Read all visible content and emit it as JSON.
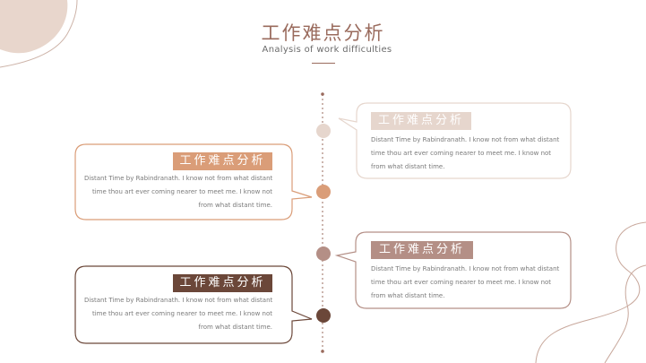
{
  "header": {
    "title": "工作难点分析",
    "subtitle": "Analysis of work difficulties"
  },
  "colors": {
    "accent": "#9a6b5d",
    "step1": "#e6d6cd",
    "step2": "#da9d78",
    "step3": "#b48f86",
    "step4": "#6b4739"
  },
  "items": [
    {
      "tag": "工作难点分析",
      "lines": [
        "Distant Time by Rabindranath. I know not from what distant",
        "time thou art ever coming nearer to meet me. I know not",
        "from what distant time."
      ]
    },
    {
      "tag": "工作难点分析",
      "lines": [
        "Distant Time by Rabindranath. I know not from what distant",
        "time thou art ever coming nearer to meet me. I know not",
        "from what distant time."
      ]
    },
    {
      "tag": "工作难点分析",
      "lines": [
        "Distant Time by Rabindranath. I know not from what distant",
        "time thou art ever coming nearer to meet me. I know not",
        "from what distant time."
      ]
    },
    {
      "tag": "工作难点分析",
      "lines": [
        "Distant Time by Rabindranath. I know not from what distant",
        "time thou art ever coming nearer to meet me. I know not",
        "from what distant time."
      ]
    }
  ]
}
